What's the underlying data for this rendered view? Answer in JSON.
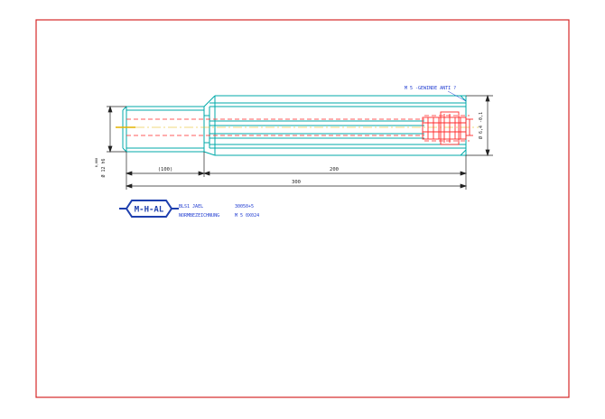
{
  "drawing": {
    "thread_label": "M 5 -GEWINDE ANTI ?",
    "dim_overall": "300",
    "dim_shank": "(100)",
    "dim_body": "200",
    "dim_right_dia": "Ø 6,4 -0,1",
    "dim_left_dia": "Ø 12 h6",
    "dim_left_tol": "0,000"
  },
  "title_block": {
    "logo_text": "M-H-AL",
    "row1_left": "BLS1 JAEL",
    "row1_right": "30050+5",
    "row2_left": "NORMBEZEICHNUNG",
    "row2_right": "M 5 0X024"
  },
  "colors": {
    "frame": "#d62828",
    "part_outline": "#00aaaa",
    "dimension": "#222222",
    "hidden_red": "#ff2a2a",
    "logo_blue": "#1e3fae",
    "text_blue": "#1f3bd1",
    "axis_yellow": "#e3b400"
  }
}
